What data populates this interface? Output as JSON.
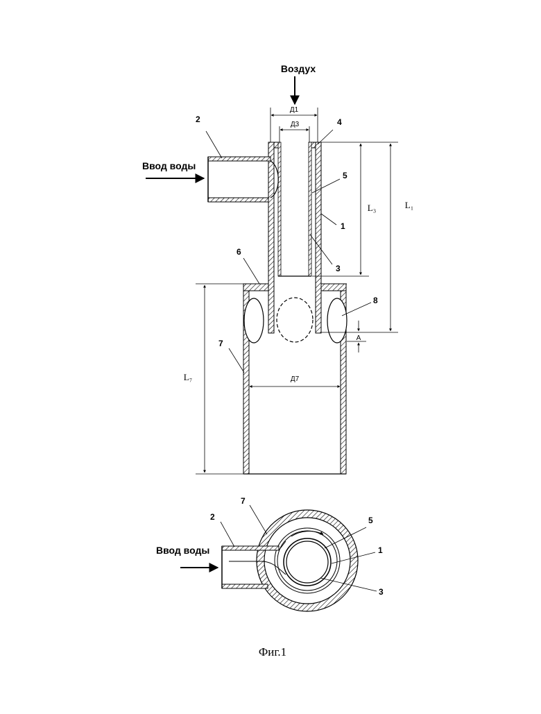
{
  "labels": {
    "air": "Воздух",
    "water_inlet": "Ввод воды",
    "water_inlet_2": "Ввод воды",
    "caption": "Фиг.1"
  },
  "dimensions": {
    "d1": "Д1",
    "d3": "Д3",
    "d7": "Д7",
    "l1": "L₁",
    "l3": "L₃",
    "l7": "L₇",
    "a": "A"
  },
  "parts": {
    "p1": "1",
    "p2": "2",
    "p3": "3",
    "p4": "4",
    "p5": "5",
    "p6": "6",
    "p7": "7",
    "p8": "8",
    "s1": "1",
    "s2": "2",
    "s3": "3",
    "s5": "5",
    "s7": "7"
  }
}
